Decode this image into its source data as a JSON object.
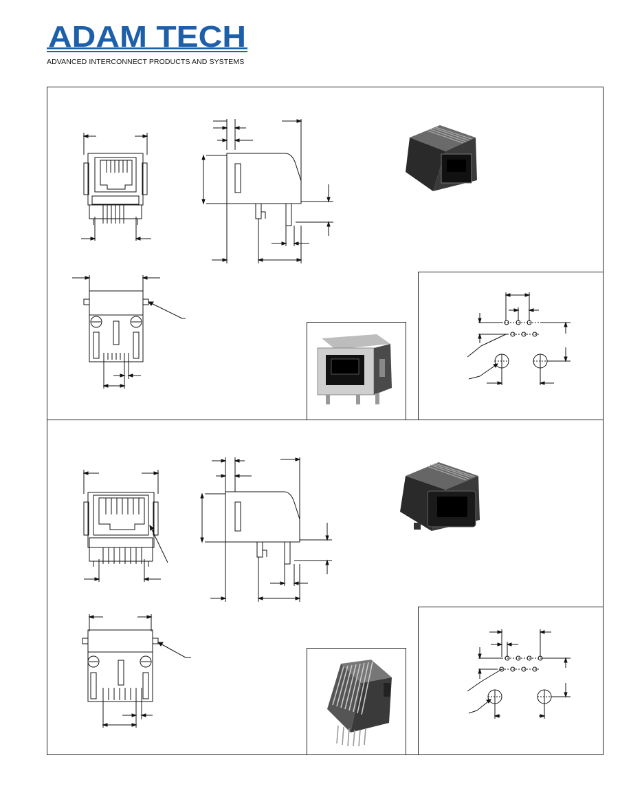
{
  "brand": {
    "name": "ADAM TECH",
    "tagline": "ADVANCED INTERCONNECT PRODUCTS AND SYSTEMS",
    "color": "#1d5fa8"
  },
  "sections": [
    {
      "id": "upper",
      "photos": [
        "connector-6pos-photo",
        "connector-front-photo"
      ]
    },
    {
      "id": "lower",
      "photos": [
        "connector-8pos-photo",
        "connector-smt-photo"
      ]
    }
  ]
}
